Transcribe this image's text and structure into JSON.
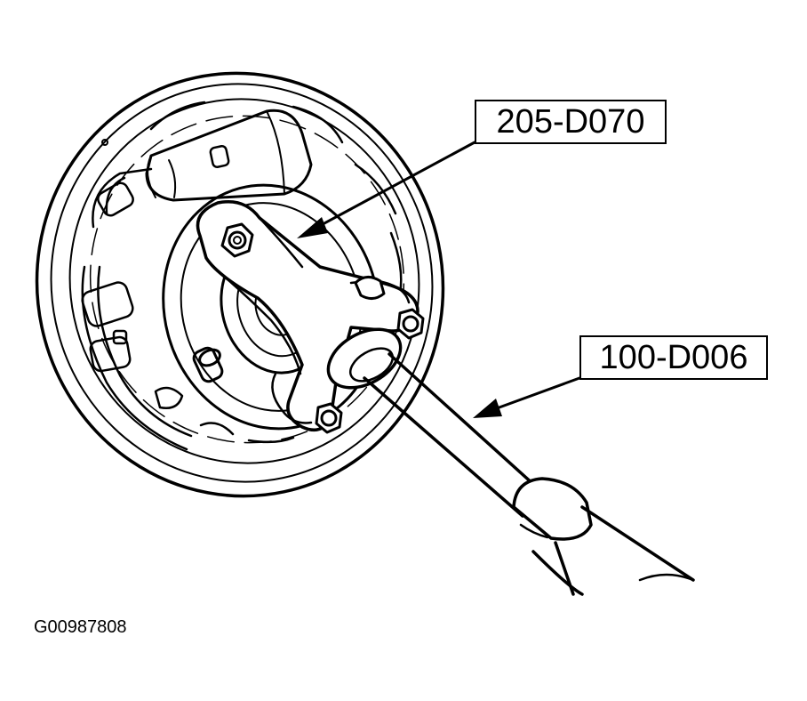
{
  "labels": {
    "tool_top": "205-D070",
    "tool_right": "100-D006"
  },
  "figure_id": "G00987808",
  "colors": {
    "line": "#000000",
    "background": "#ffffff"
  }
}
